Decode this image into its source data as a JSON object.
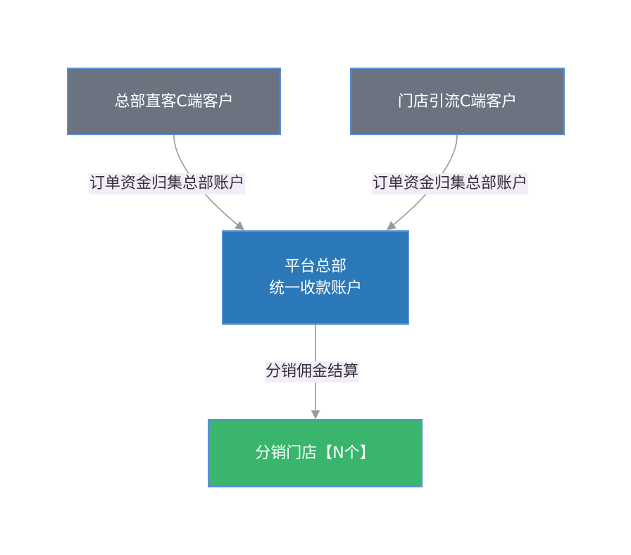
{
  "nodes": {
    "hq_direct": {
      "label": "总部直客C端客户"
    },
    "store_traffic": {
      "label": "门店引流C端客户"
    },
    "platform": {
      "line1": "平台总部",
      "line2": "统一收款账户"
    },
    "stores": {
      "label": "分销门店【N个】"
    }
  },
  "edges": {
    "left": {
      "label": "订单资金归集总部账户"
    },
    "right": {
      "label": "订单资金归集总部账户"
    },
    "down": {
      "label": "分销佣金结算"
    }
  },
  "colors": {
    "source_node": "#6b7280",
    "platform_node": "#2b79b9",
    "store_node": "#39b56d",
    "node_border": "#5b8fd6",
    "edge": "#999999",
    "edge_label_bg": "#f3ecfb"
  }
}
